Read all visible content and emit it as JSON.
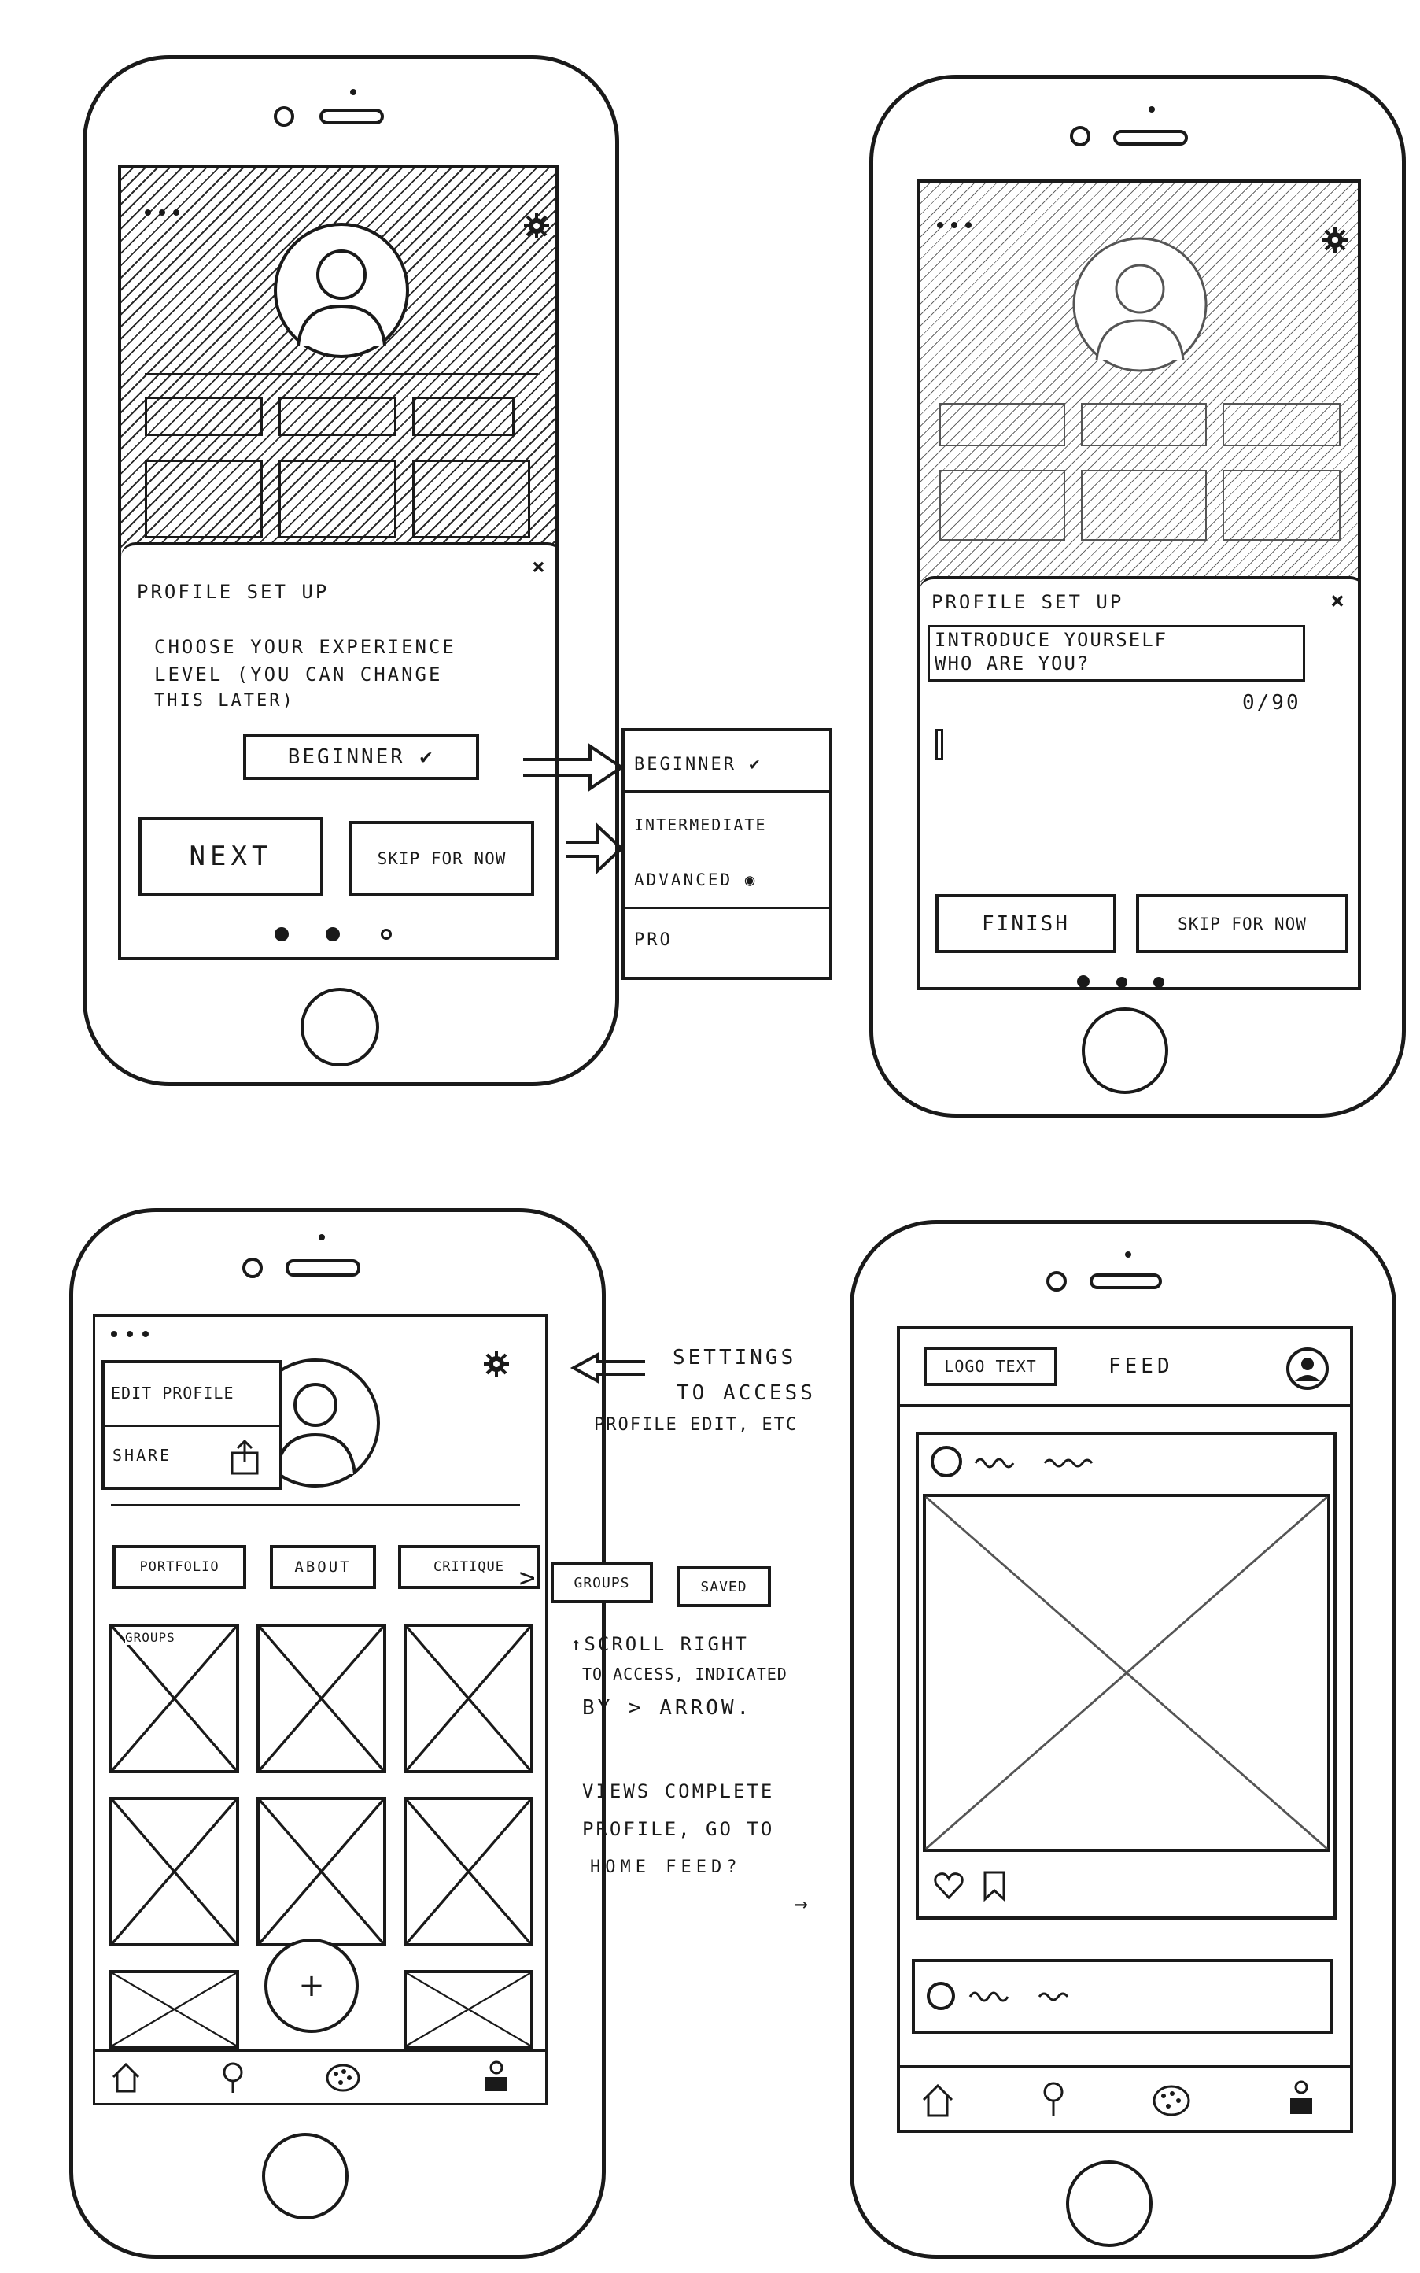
{
  "screen1": {
    "modal_title": "PROFILE SET UP",
    "close_glyph": "×",
    "prompt_line1": "CHOOSE YOUR EXPERIENCE",
    "prompt_line2": "LEVEL (YOU CAN CHANGE",
    "prompt_line3": "THIS LATER)",
    "select_value": "BEGINNER ✔",
    "next_label": "NEXT",
    "skip_label": "SKIP FOR NOW"
  },
  "dropdown": {
    "options": [
      "BEGINNER ✔",
      "INTERMEDIATE",
      "ADVANCED ◉",
      "PRO"
    ]
  },
  "screen2": {
    "modal_title": "PROFILE SET UP",
    "close_glyph": "×",
    "intro_line1": "INTRODUCE YOURSELF",
    "intro_line2": "WHO ARE YOU?",
    "counter": "0/90",
    "finish_label": "FINISH",
    "skip_label": "SKIP FOR NOW"
  },
  "screen3": {
    "menu_edit": "EDIT PROFILE",
    "menu_share": "SHARE",
    "tabs": [
      "PORTFOLIO",
      "ABOUT",
      "CRITIQUE",
      "GROUPS",
      "SAVED"
    ],
    "grid_label": "GROUPS",
    "fab_glyph": "+"
  },
  "annotations": {
    "settings_line1": "SETTINGS",
    "settings_line2": "TO ACCESS",
    "settings_line3": "PROFILE EDIT, ETC",
    "scroll_line1": "↑SCROLL RIGHT",
    "scroll_line2": "TO ACCESS, INDICATED",
    "scroll_line3": "BY > ARROW.",
    "views_line1": "VIEWS COMPLETE",
    "views_line2": "PROFILE, GO TO",
    "views_line3": "HOME FEED?",
    "arrow_glyph": "→"
  },
  "screen4": {
    "logo_label": "LOGO TEXT",
    "feed_title": "FEED"
  }
}
